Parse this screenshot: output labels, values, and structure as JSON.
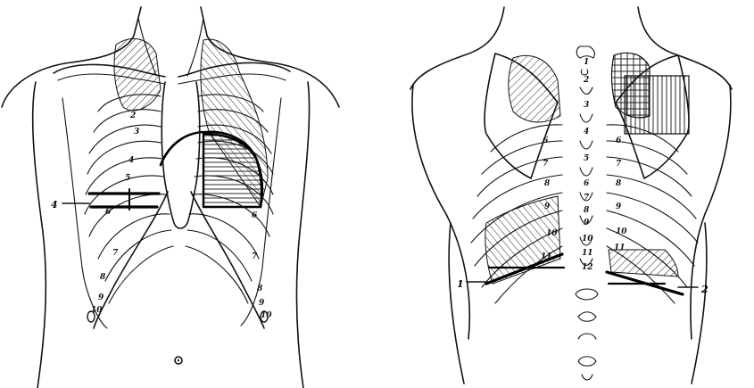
{
  "figure": {
    "front_view": {
      "rib_numbers_right": [
        "2",
        "3",
        "4",
        "5",
        "6",
        "7",
        "8",
        "9",
        "10"
      ],
      "rib_numbers_left": [
        "6",
        "7",
        "8",
        "9",
        "10"
      ],
      "callout_left": "4"
    },
    "back_view": {
      "vertebra_numbers": [
        "1",
        "2",
        "3",
        "4",
        "5",
        "6",
        "7",
        "8",
        "9",
        "10",
        "11",
        "12"
      ],
      "rib_numbers_left": [
        "6",
        "7",
        "8",
        "9",
        "10",
        "11"
      ],
      "rib_numbers_right": [
        "6",
        "7",
        "8",
        "9",
        "10",
        "11"
      ],
      "callout_left": "1",
      "callout_right": "2"
    }
  }
}
